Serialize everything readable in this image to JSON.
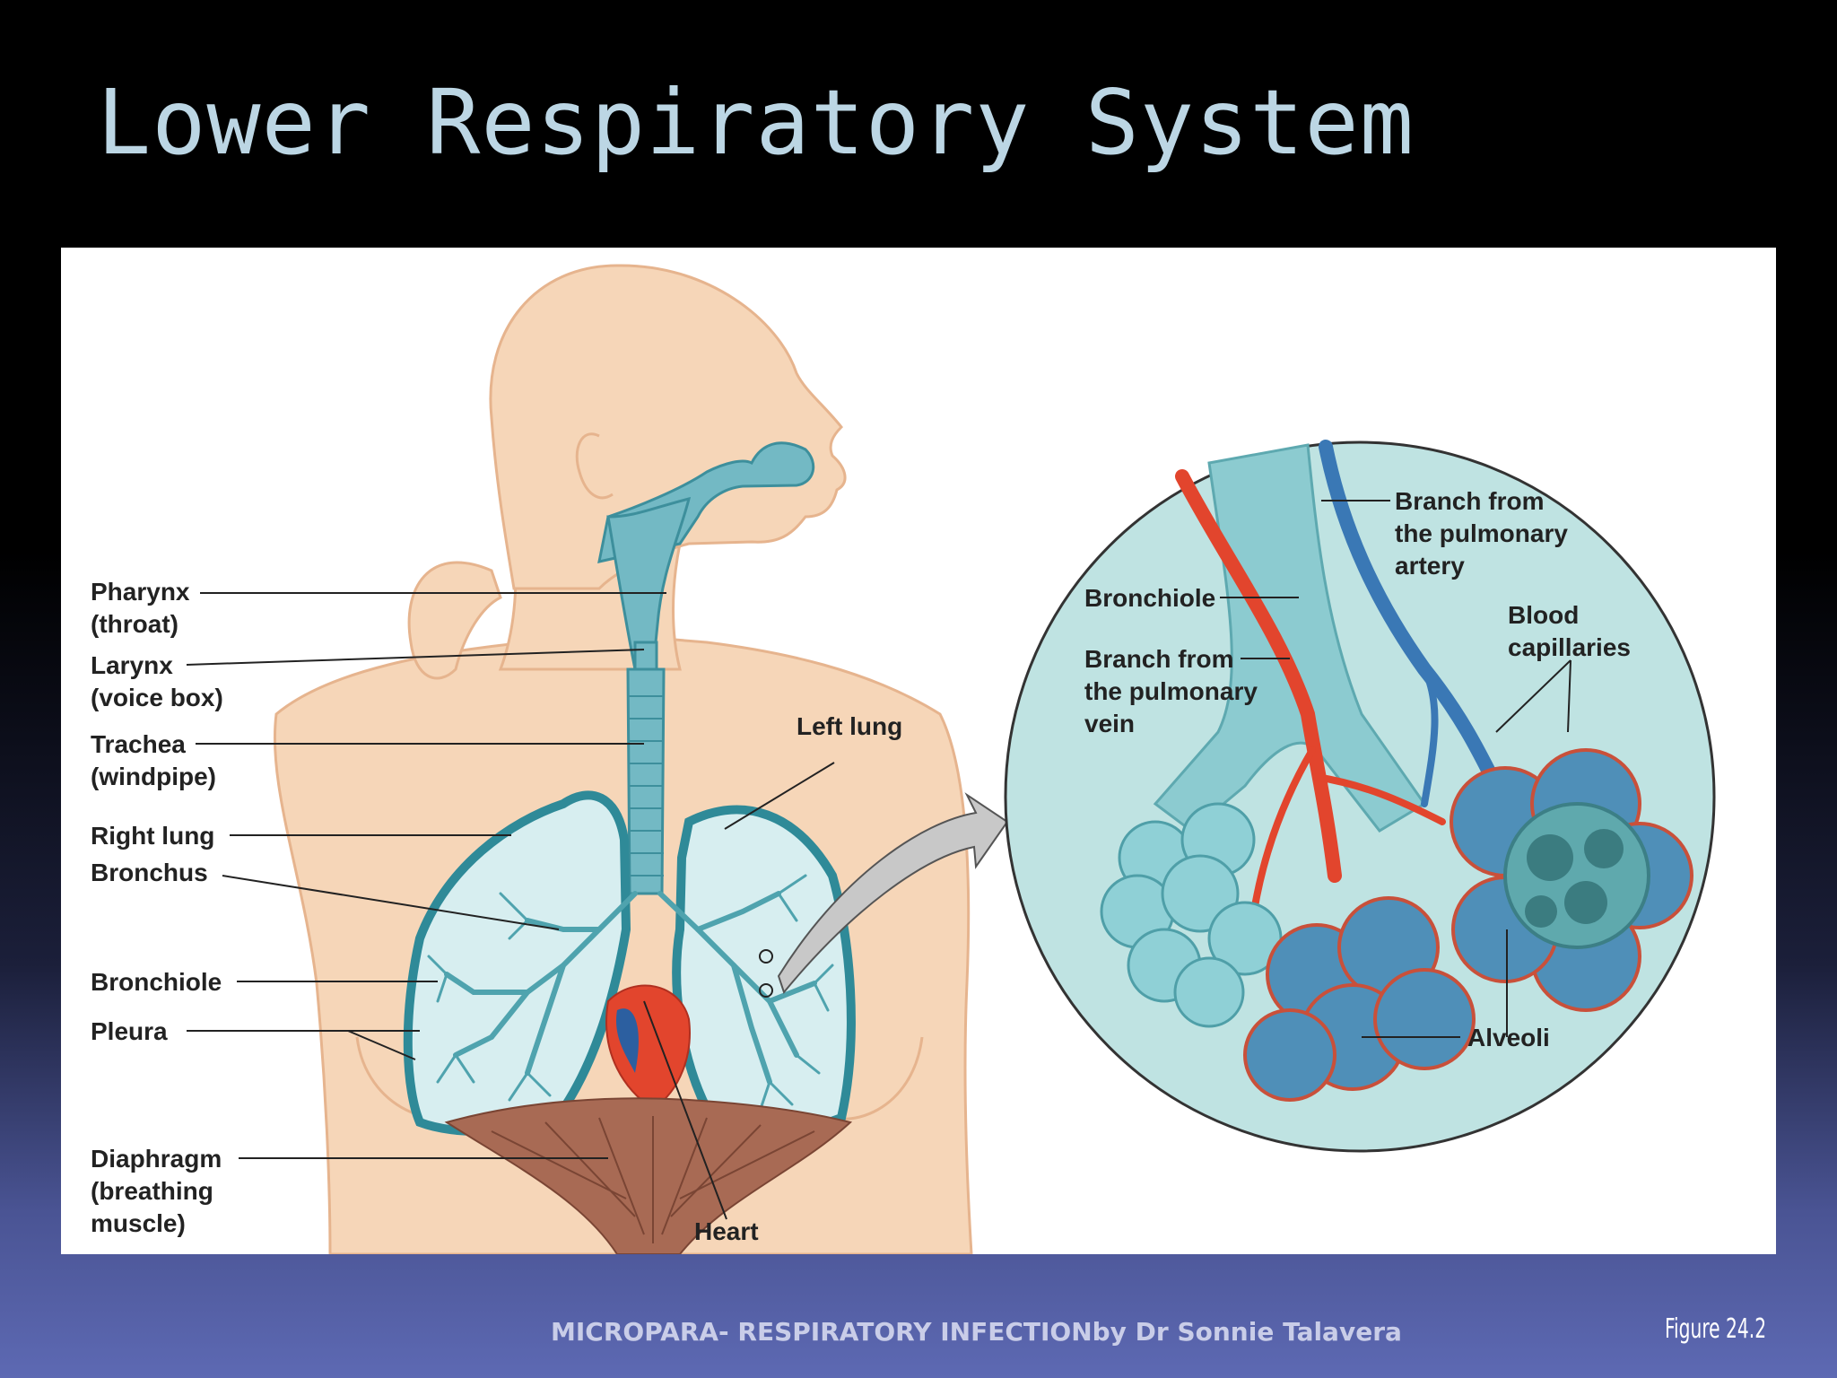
{
  "slide": {
    "title": "Lower Respiratory System",
    "footer": "MICROPARA- RESPIRATORY INFECTIONby Dr Sonnie Talavera",
    "figure_number": "Figure 24.2"
  },
  "diagram": {
    "left_labels": {
      "pharynx": [
        "Pharynx",
        "(throat)"
      ],
      "larynx": [
        "Larynx",
        "(voice box)"
      ],
      "trachea": [
        "Trachea",
        "(windpipe)"
      ],
      "right_lung": "Right lung",
      "bronchus": "Bronchus",
      "bronchiole": "Bronchiole",
      "pleura": "Pleura",
      "diaphragm": [
        "Diaphragm",
        "(breathing",
        "muscle)"
      ]
    },
    "body_labels": {
      "left_lung": "Left lung",
      "heart": "Heart"
    },
    "inset_labels": {
      "bronchiole": "Bronchiole",
      "vein": [
        "Branch from",
        "the pulmonary",
        "vein"
      ],
      "artery": [
        "Branch from",
        "the pulmonary",
        "artery"
      ],
      "capillaries": [
        "Blood",
        "capillaries"
      ],
      "alveoli": "Alveoli"
    },
    "colors": {
      "skin": "#f6d6b8",
      "skin_outline": "#e6b48e",
      "airway": "#73b9c4",
      "lung_fill": "#d7eef0",
      "artery_red": "#e2452d",
      "vein_blue": "#3a78b5",
      "inset_bg": "#bfe3e2"
    }
  }
}
